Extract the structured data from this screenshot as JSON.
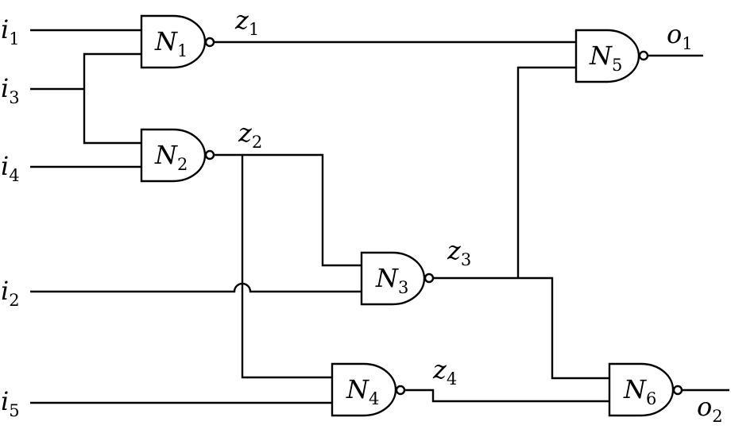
{
  "inputs": [
    {
      "id": "i1",
      "base": "i",
      "sub": "1"
    },
    {
      "id": "i3",
      "base": "i",
      "sub": "3"
    },
    {
      "id": "i4",
      "base": "i",
      "sub": "4"
    },
    {
      "id": "i2",
      "base": "i",
      "sub": "2"
    },
    {
      "id": "i5",
      "base": "i",
      "sub": "5"
    }
  ],
  "gates": [
    {
      "id": "N1",
      "base": "N",
      "sub": "1"
    },
    {
      "id": "N2",
      "base": "N",
      "sub": "2"
    },
    {
      "id": "N3",
      "base": "N",
      "sub": "3"
    },
    {
      "id": "N4",
      "base": "N",
      "sub": "4"
    },
    {
      "id": "N5",
      "base": "N",
      "sub": "5"
    },
    {
      "id": "N6",
      "base": "N",
      "sub": "6"
    }
  ],
  "nets": [
    {
      "id": "z1",
      "base": "z",
      "sub": "1"
    },
    {
      "id": "z2",
      "base": "z",
      "sub": "2"
    },
    {
      "id": "z3",
      "base": "z",
      "sub": "3"
    },
    {
      "id": "z4",
      "base": "z",
      "sub": "4"
    }
  ],
  "outputs": [
    {
      "id": "o1",
      "base": "o",
      "sub": "1"
    },
    {
      "id": "o2",
      "base": "o",
      "sub": "2"
    }
  ]
}
